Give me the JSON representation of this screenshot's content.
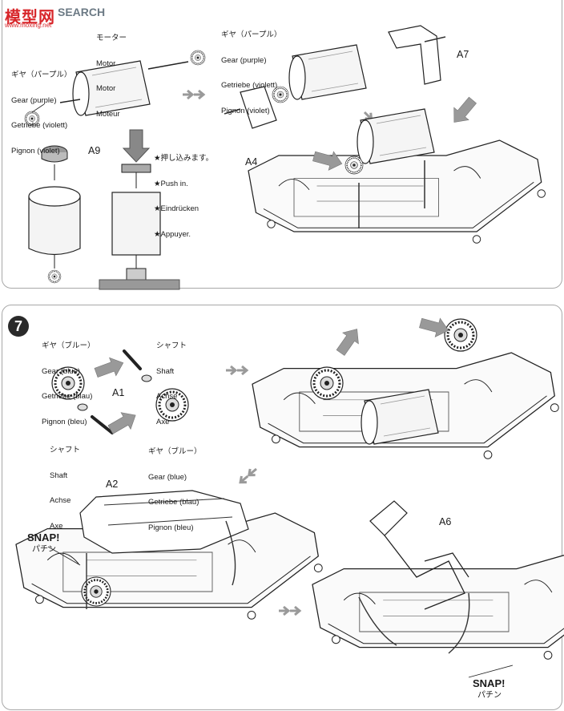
{
  "watermark": {
    "mark": "模型网",
    "word": "SEARCH",
    "url": "www.moxing.net"
  },
  "top_panel": {
    "gear_purple_top": [
      "ギヤ（パープル）",
      "Gear (purple)",
      "Getriebe (violett)",
      "Pignon (violet)"
    ],
    "motor": [
      "モーター",
      "Motor",
      "Motor",
      "Moteur"
    ],
    "gear_purple_left": [
      "ギヤ（パープル）",
      "Gear (purple)",
      "Getriebe (violett)",
      "Pignon (violet)"
    ],
    "push_in": [
      "★押し込みます。",
      "★Push in.",
      "★Eindrücken",
      "★Appuyer."
    ],
    "parts": {
      "a9": "A9",
      "a7": "A7",
      "a4": "A4"
    }
  },
  "bottom_panel": {
    "step_number": "7",
    "gear_blue_top": [
      "ギヤ（ブルー）",
      "Gear (blue)",
      "Getriebe (blau)",
      "Pignon (bleu)"
    ],
    "shaft_top": [
      "シャフト",
      "Shaft",
      "Achse",
      "Axe"
    ],
    "shaft_bottom": [
      "シャフト",
      "Shaft",
      "Achse",
      "Axe"
    ],
    "gear_blue_bottom": [
      "ギヤ（ブルー）",
      "Gear (blue)",
      "Getriebe (blau)",
      "Pignon (bleu)"
    ],
    "parts": {
      "a1": "A1",
      "a2": "A2",
      "a6": "A6"
    },
    "snap_left": {
      "en": "SNAP!",
      "jp": "パチン"
    },
    "snap_right": {
      "en": "SNAP!",
      "jp": "パチン"
    }
  }
}
